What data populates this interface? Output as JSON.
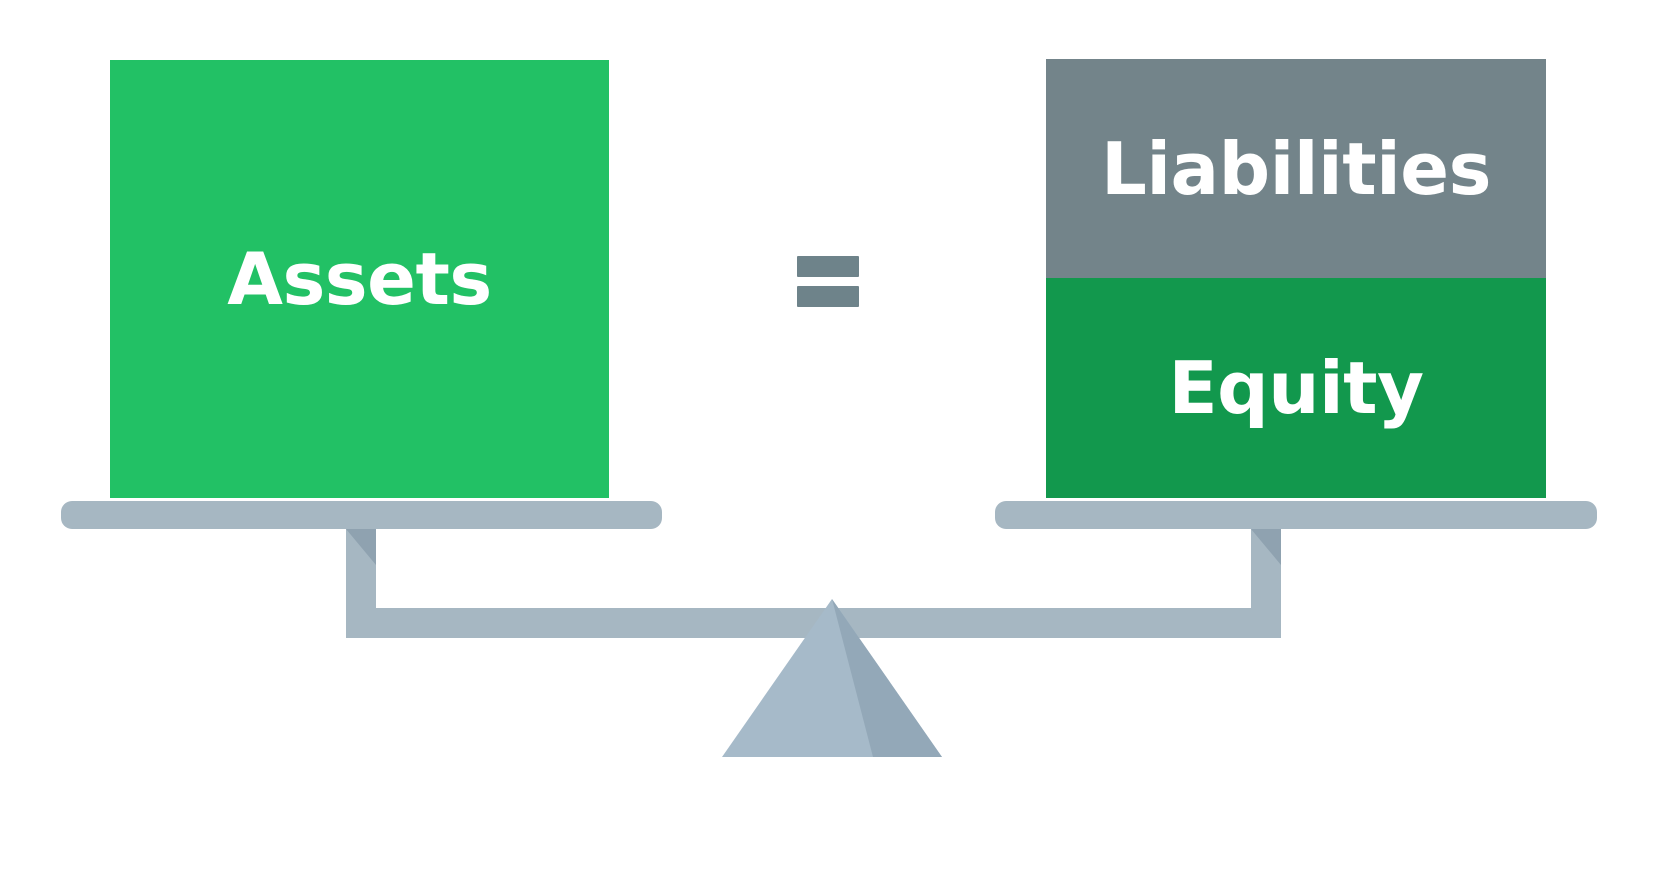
{
  "diagram": {
    "title": "Accounting Equation Balance Scale",
    "type": "balance-scale",
    "orientation": "balanced",
    "relation_symbol": "=",
    "background_color": "#ffffff"
  },
  "left_pan": {
    "blocks": [
      {
        "id": "assets",
        "label": "Assets",
        "color": "#22c165",
        "text_color": "#ffffff"
      }
    ]
  },
  "right_pan": {
    "blocks": [
      {
        "id": "liabilities",
        "label": "Liabilities",
        "color": "#73848a",
        "text_color": "#ffffff"
      },
      {
        "id": "equity",
        "label": "Equity",
        "color": "#12984d",
        "text_color": "#ffffff"
      }
    ]
  },
  "scale": {
    "beam_color": "#a6b7c2",
    "pan_color": "#a6b7c2",
    "fulcrum_color": "#a6bac9",
    "fulcrum_shadow_color": "#93a8b8",
    "rod_shadow_color": "#8fa2b0",
    "equals_color": "#6e838a"
  }
}
